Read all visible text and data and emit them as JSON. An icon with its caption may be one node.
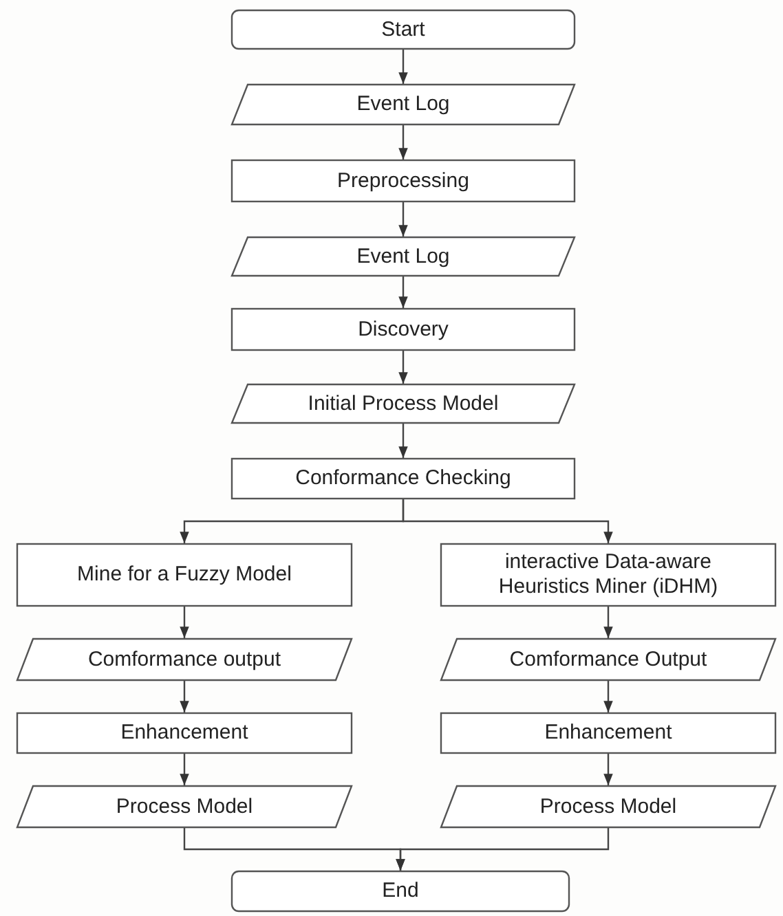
{
  "diagram": {
    "nodes": [
      {
        "text": [
          "Start"
        ]
      },
      {
        "text": [
          "Event Log"
        ]
      },
      {
        "text": [
          "Preprocessing"
        ]
      },
      {
        "text": [
          "Event Log"
        ]
      },
      {
        "text": [
          "Discovery"
        ]
      },
      {
        "text": [
          "Initial Process Model"
        ]
      },
      {
        "text": [
          "Conformance Checking"
        ]
      },
      {
        "text": [
          "Mine for a Fuzzy Model"
        ]
      },
      {
        "text": [
          "interactive Data-aware Heuristics Miner (iDHM)"
        ]
      },
      {
        "text": [
          "Comformance output"
        ]
      },
      {
        "text": [
          "Comformance Output"
        ]
      },
      {
        "text": [
          "Enhancement"
        ]
      },
      {
        "text": [
          "Enhancement"
        ]
      },
      {
        "text": [
          "Process Model"
        ]
      },
      {
        "text": [
          "Process Model"
        ]
      },
      {
        "text": [
          "End"
        ]
      }
    ],
    "edges": [
      {
        "from": 0,
        "to": 1,
        "arrow": "to"
      },
      {
        "from": 1,
        "to": 2,
        "arrow": "to"
      },
      {
        "from": 2,
        "to": 3,
        "arrow": "to"
      },
      {
        "from": 3,
        "to": 4,
        "arrow": "to"
      },
      {
        "from": 4,
        "to": 5,
        "arrow": "to"
      },
      {
        "from": 5,
        "to": 6,
        "arrow": "to"
      },
      {
        "from": 6,
        "to": 7,
        "arrow": "to"
      },
      {
        "from": 6,
        "to": 8,
        "arrow": "to"
      },
      {
        "from": 7,
        "to": 9,
        "arrow": "to"
      },
      {
        "from": 9,
        "to": 11,
        "arrow": "to"
      },
      {
        "from": 11,
        "to": 13,
        "arrow": "to"
      },
      {
        "from": 8,
        "to": 10,
        "arrow": "to"
      },
      {
        "from": 10,
        "to": 12,
        "arrow": "to"
      },
      {
        "from": 12,
        "to": 14,
        "arrow": "to"
      },
      {
        "from": 13,
        "to": 15,
        "arrow": "to"
      },
      {
        "from": 14,
        "to": 15,
        "arrow": "to"
      }
    ]
  }
}
